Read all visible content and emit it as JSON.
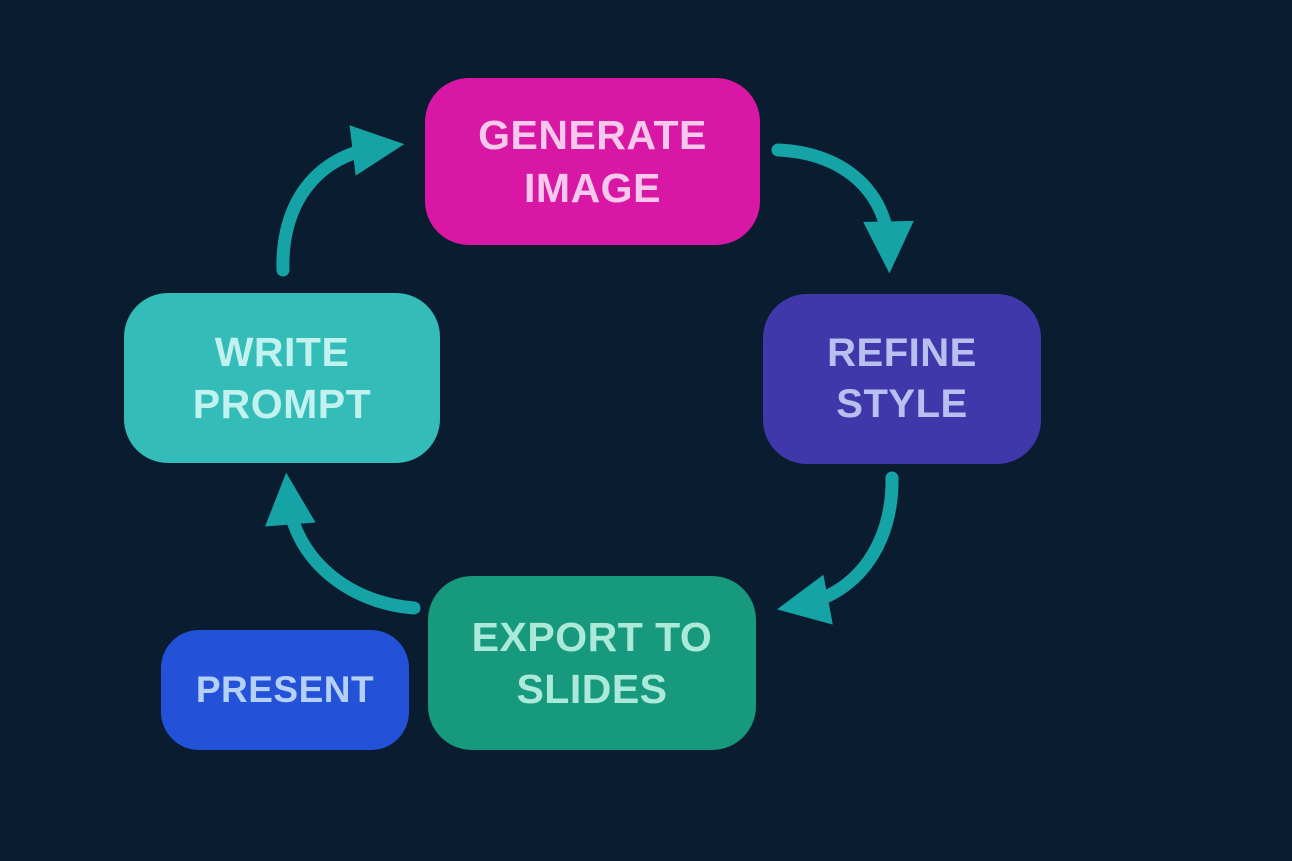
{
  "diagram": {
    "kind": "cycle-workflow",
    "nodes": {
      "generate_image": {
        "label": "GENERATE\nIMAGE",
        "bg": "#d818a4",
        "text": "#f6c9ec"
      },
      "refine_style": {
        "label": "REFINE\nSTYLE",
        "bg": "#4038aa",
        "text": "#b7c0ee"
      },
      "write_prompt": {
        "label": "WRITE\nPROMPT",
        "bg": "#33bcb8",
        "text": "#c2f2f0"
      },
      "export_slides": {
        "label": "EXPORT TO\nSLIDES",
        "bg": "#17997e",
        "text": "#abead8"
      },
      "present": {
        "label": "PRESENT",
        "bg": "#2351d8",
        "text": "#b5d0f5"
      }
    },
    "flow": [
      {
        "from": "write_prompt",
        "to": "generate_image"
      },
      {
        "from": "generate_image",
        "to": "refine_style"
      },
      {
        "from": "refine_style",
        "to": "export_slides"
      },
      {
        "from": "export_slides",
        "to": "write_prompt"
      }
    ]
  },
  "colors": {
    "background": "#0a1c30",
    "arrow": "#16a3a6"
  }
}
